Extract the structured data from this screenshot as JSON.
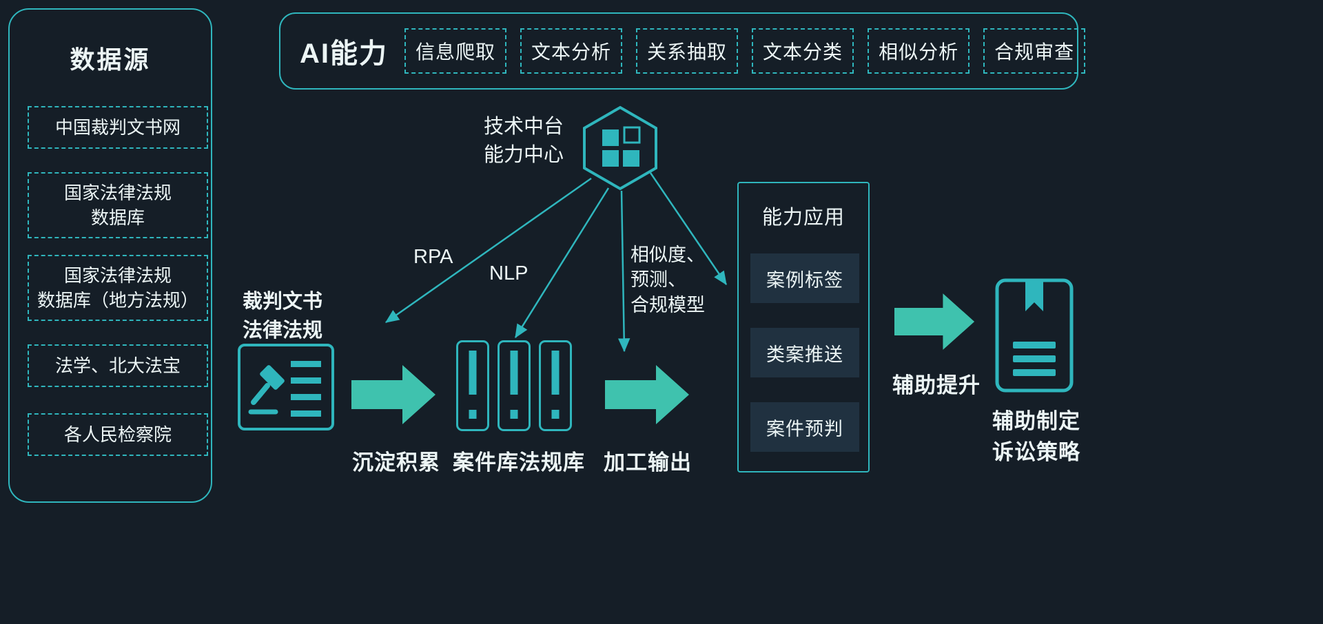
{
  "canvas": {
    "bg": "#151e27",
    "accent": "#2fb6bd",
    "arrow_color": "#3fc2ae",
    "text_color": "#ecf5f5"
  },
  "data_sources": {
    "title": "数据源",
    "items": [
      "中国裁判文书网",
      "国家法律法规\n数据库",
      "国家法律法规\n数据库（地方法规）",
      "法学、北大法宝",
      "各人民检察院"
    ]
  },
  "ai": {
    "title": "AI能力",
    "capabilities": [
      "信息爬取",
      "文本分析",
      "关系抽取",
      "文本分类",
      "相似分析",
      "合规审查"
    ]
  },
  "hub": {
    "label": "技术中台\n能力中心",
    "icon": "hexagon-grid-icon"
  },
  "connectors": {
    "rpa_label": "RPA",
    "nlp_label": "NLP",
    "model_label": "相似度、\n预测、\n合规模型"
  },
  "flow": {
    "source_label": "裁判文书\n法律法规",
    "step1_caption": "沉淀积累",
    "step2_caption": "案件库法规库",
    "step3_caption": "加工输出",
    "step4_caption": "辅助提升",
    "result_label": "辅助制定\n诉讼策略"
  },
  "ability_app": {
    "title": "能力应用",
    "items": [
      "案例标签",
      "类案推送",
      "案件预判"
    ]
  }
}
